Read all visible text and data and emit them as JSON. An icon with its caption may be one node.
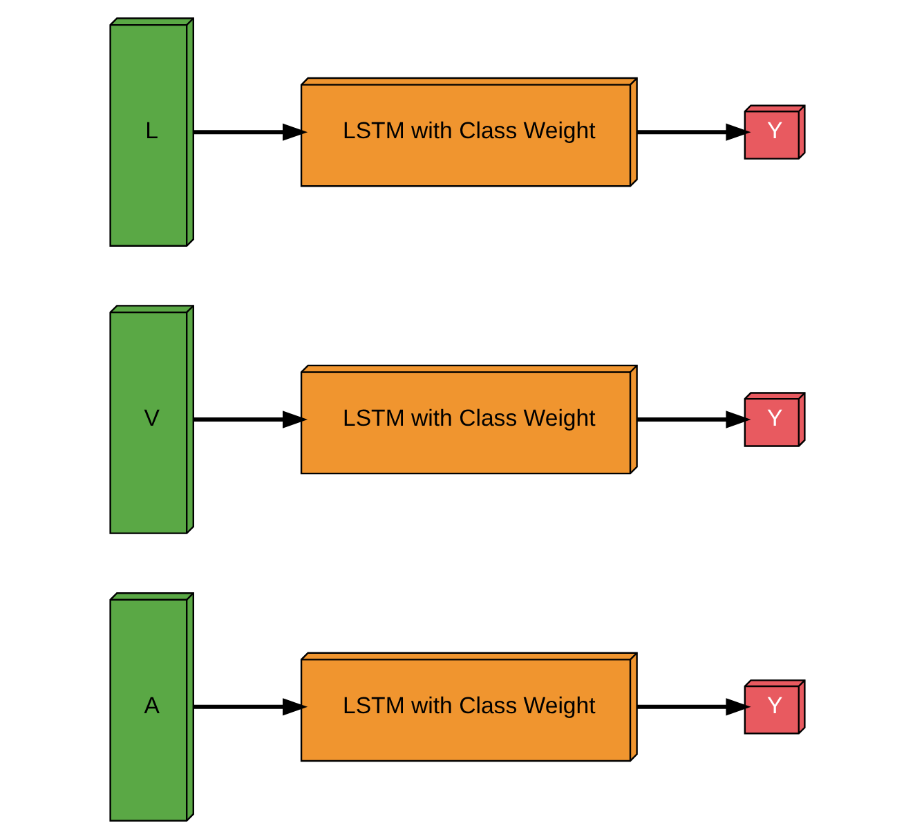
{
  "diagram": {
    "nodes": [
      {
        "text": [
          "A"
        ]
      },
      {
        "text": [
          "LSTM with Class Weight"
        ]
      },
      {
        "text": [
          "Y"
        ]
      },
      {
        "text": [
          "V"
        ]
      },
      {
        "text": [
          "LSTM with Class Weight"
        ]
      },
      {
        "text": [
          "Y"
        ]
      },
      {
        "text": [
          "L"
        ]
      },
      {
        "text": [
          "LSTM with Class Weight"
        ]
      },
      {
        "text": [
          "Y"
        ]
      }
    ],
    "edges": [
      {
        "from": 0,
        "to": 1,
        "arrow": "to"
      },
      {
        "from": 1,
        "to": 2,
        "arrow": "to"
      },
      {
        "from": 3,
        "to": 4,
        "arrow": "to"
      },
      {
        "from": 4,
        "to": 5,
        "arrow": "to"
      },
      {
        "from": 6,
        "to": 7,
        "arrow": "to"
      },
      {
        "from": 7,
        "to": 8,
        "arrow": "to"
      }
    ]
  }
}
